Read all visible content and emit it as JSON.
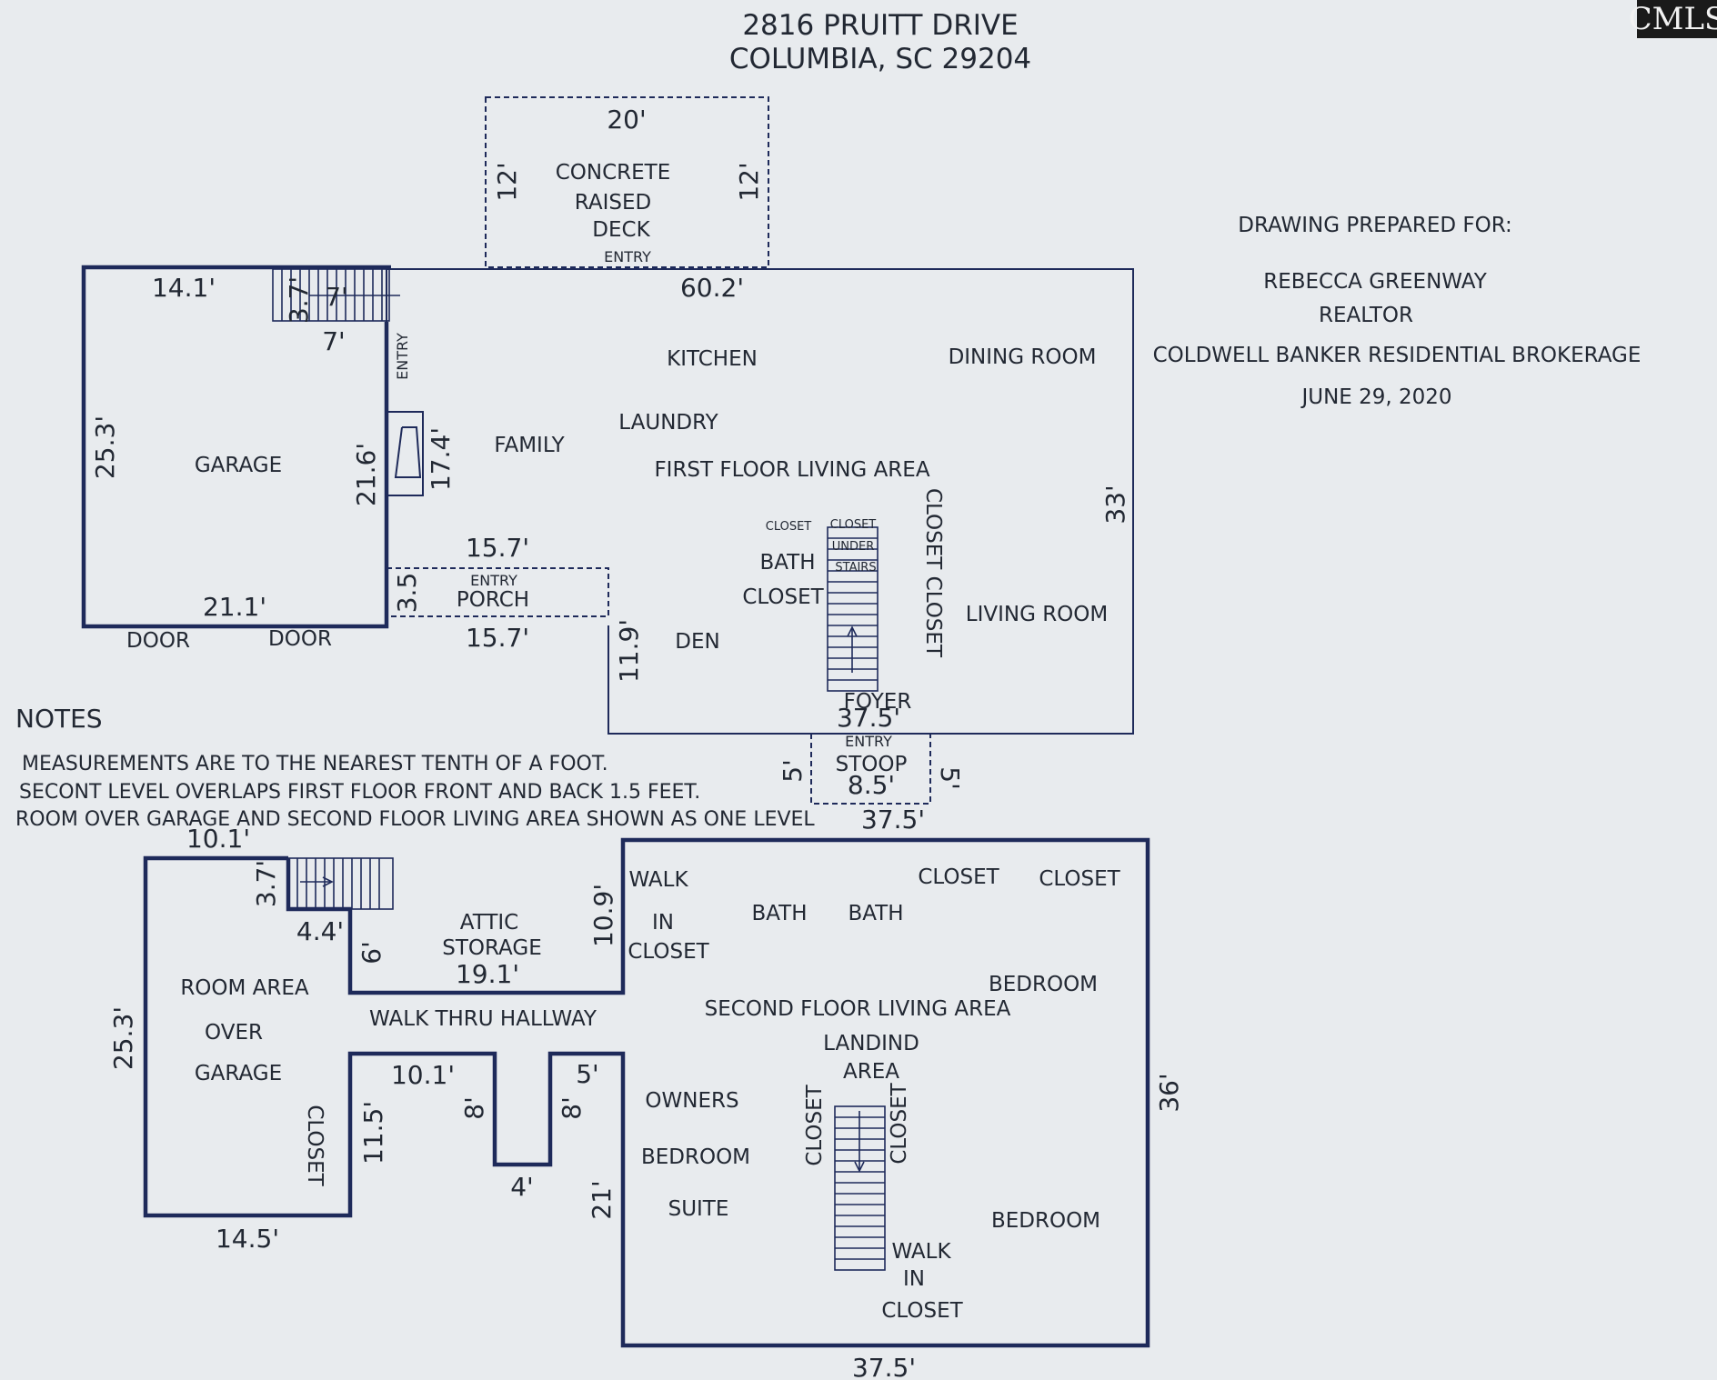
{
  "header": {
    "address_line1": "2816 PRUITT DRIVE",
    "address_line2": "COLUMBIA, SC 29204"
  },
  "logo": {
    "text": "CMLS"
  },
  "prepared": {
    "label": "DRAWING PREPARED FOR:",
    "name": "REBECCA GREENWAY",
    "role": "REALTOR",
    "company": "COLDWELL BANKER RESIDENTIAL BROKERAGE",
    "date": "JUNE 29, 2020"
  },
  "notes": {
    "heading": "NOTES",
    "lines": [
      "MEASUREMENTS ARE TO THE NEAREST TENTH OF A FOOT.",
      "SECONT LEVEL OVERLAPS FIRST FLOOR FRONT AND BACK 1.5 FEET.",
      "ROOM OVER GARAGE AND SECOND FLOOR LIVING AREA SHOWN AS ONE LEVEL"
    ]
  },
  "first_floor": {
    "deck": {
      "line1": "CONCRETE",
      "line2": "RAISED",
      "line3": "DECK",
      "entry": "ENTRY",
      "dim_top": "20'",
      "dim_left": "12'",
      "dim_right": "12'"
    },
    "garage": {
      "label": "GARAGE",
      "dim_top": "14.1'",
      "dim_left": "25.3'",
      "dim_right": "21.6'",
      "dim_bottom": "21.1'",
      "door1": "DOOR",
      "door2": "DOOR",
      "stair_w": "3.7'",
      "stair_l": "7'",
      "stair_dim": "7'"
    },
    "main": {
      "dim_top": "60.2'",
      "dim_right": "33'",
      "dim_fireplace": "17.4'",
      "dim_den": "11.9'",
      "dim_bottom": "37.5'",
      "entry_side": "ENTRY",
      "kitchen": "KITCHEN",
      "dining": "DINING ROOM",
      "family": "FAMILY",
      "laundry": "LAUNDRY",
      "area_label": "FIRST FLOOR LIVING AREA",
      "closet_small": "CLOSET",
      "closet_under1": "CLOSET",
      "closet_under2": "UNDER",
      "closet_under3": "STAIRS",
      "bath": "BATH",
      "closet": "CLOSET",
      "closet_closet": "CLOSET CLOSET",
      "living": "LIVING ROOM",
      "den": "DEN",
      "foyer": "FOYER"
    },
    "porch": {
      "entry": "ENTRY",
      "label": "PORCH",
      "dim_top": "15.7'",
      "dim_bottom": "15.7'",
      "dim_left": "3.5"
    },
    "stoop": {
      "entry": "ENTRY",
      "label": "STOOP",
      "dim_w": "8.5'",
      "dim_left": "5'",
      "dim_right": "5'"
    }
  },
  "second_floor": {
    "rog": {
      "line1": "ROOM AREA",
      "line2": "OVER",
      "line3": "GARAGE",
      "closet": "CLOSET",
      "dim_top": "10.1'",
      "dim_left": "25.3'",
      "dim_bottom": "14.5'",
      "dim_stair": "3.7'",
      "dim_step": "4.4'",
      "dim_six": "6'",
      "dim_closet": "11.5'"
    },
    "attic": {
      "line1": "ATTIC",
      "line2": "STORAGE",
      "dim_bottom": "19.1'",
      "dim_right": "10.9'"
    },
    "hallway": "WALK THRU HALLWAY",
    "alcove": {
      "dim_top": "10.1'",
      "dim_left8": "8'",
      "dim_right8": "8'",
      "dim_five": "5'",
      "dim_four": "4'",
      "dim_21": "21'"
    },
    "main": {
      "walk_in_1": "WALK",
      "walk_in_2": "IN",
      "walk_in_3": "CLOSET",
      "bath1": "BATH",
      "bath2": "BATH",
      "closet1": "CLOSET",
      "closet2": "CLOSET",
      "bedroom1": "BEDROOM",
      "area_label": "SECOND FLOOR LIVING AREA",
      "landing1": "LANDIND",
      "landing2": "AREA",
      "owners1": "OWNERS",
      "owners2": "BEDROOM",
      "owners3": "SUITE",
      "closet_left": "CLOSET",
      "closet_right": "CLOSET",
      "bedroom2": "BEDROOM",
      "wic1": "WALK",
      "wic2": "IN",
      "wic3": "CLOSET",
      "dim_top": "37.5'",
      "dim_right": "36'",
      "dim_bottom": "37.5'"
    }
  }
}
